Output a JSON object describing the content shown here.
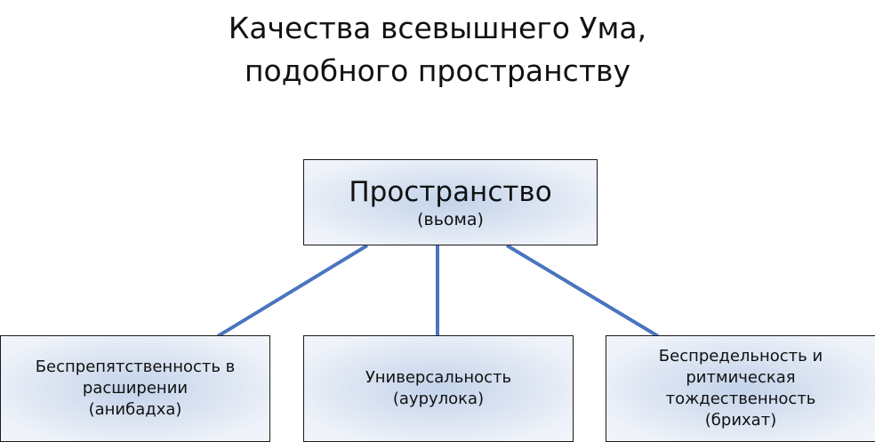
{
  "title": [
    "Качества всевышнего Ума,",
    "подобного пространству"
  ],
  "root": {
    "label": "Пространство",
    "sub": "(вьома)"
  },
  "children": [
    {
      "lines": [
        "Беспрепятственность в",
        "расширении",
        "(анибадха)"
      ]
    },
    {
      "lines": [
        "Универсальность",
        "(аурулока)"
      ]
    },
    {
      "lines": [
        "Беспредельность и",
        "ритмическая",
        "тождественность",
        "(брихат)"
      ]
    }
  ],
  "colors": {
    "connector": "#4a74bf",
    "border": "#1a1a1a"
  }
}
